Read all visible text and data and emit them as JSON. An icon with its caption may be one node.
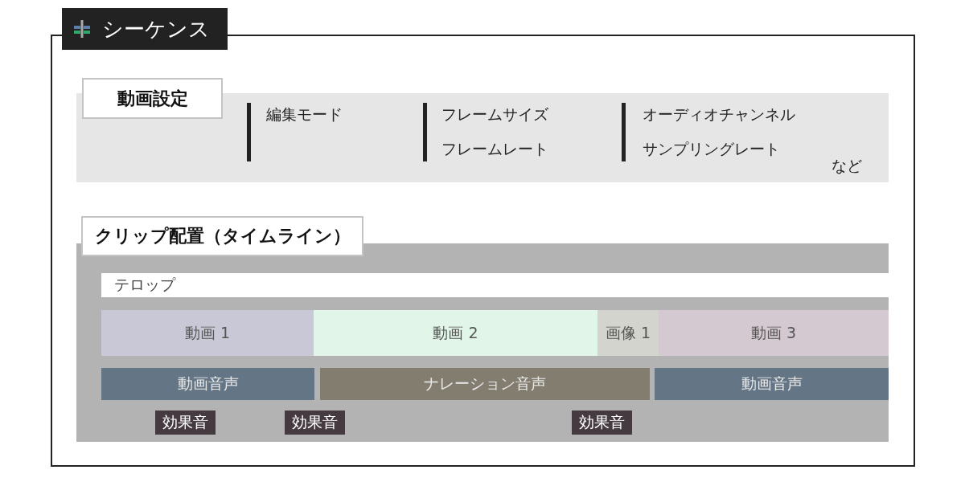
{
  "diagram": {
    "nodes": [
      {
        "text": [
          "シーケンス"
        ]
      },
      {
        "text": [
          "動画設定",
          "編集モード",
          "フレームサイズ",
          "フレームレート",
          "オーディオチャンネル",
          "サンプリングレート",
          "など"
        ],
        "in": 0
      },
      {
        "text": [
          "クリップ配置（タイムライン）"
        ],
        "in": 0
      },
      {
        "text": [
          "テロップ"
        ],
        "in": 2
      },
      {
        "text": [
          "動画 1"
        ],
        "in": 2
      },
      {
        "text": [
          "動画 2"
        ],
        "in": 2
      },
      {
        "text": [
          "画像 1"
        ],
        "in": 2
      },
      {
        "text": [
          "動画 3"
        ],
        "in": 2
      },
      {
        "text": [
          "動画音声"
        ],
        "in": 2
      },
      {
        "text": [
          "ナレーション音声"
        ],
        "in": 2
      },
      {
        "text": [
          "動画音声"
        ],
        "in": 2
      },
      {
        "text": [
          "効果音"
        ],
        "in": 2
      },
      {
        "text": [
          "効果音"
        ],
        "in": 2
      },
      {
        "text": [
          "効果音"
        ],
        "in": 2
      }
    ]
  }
}
